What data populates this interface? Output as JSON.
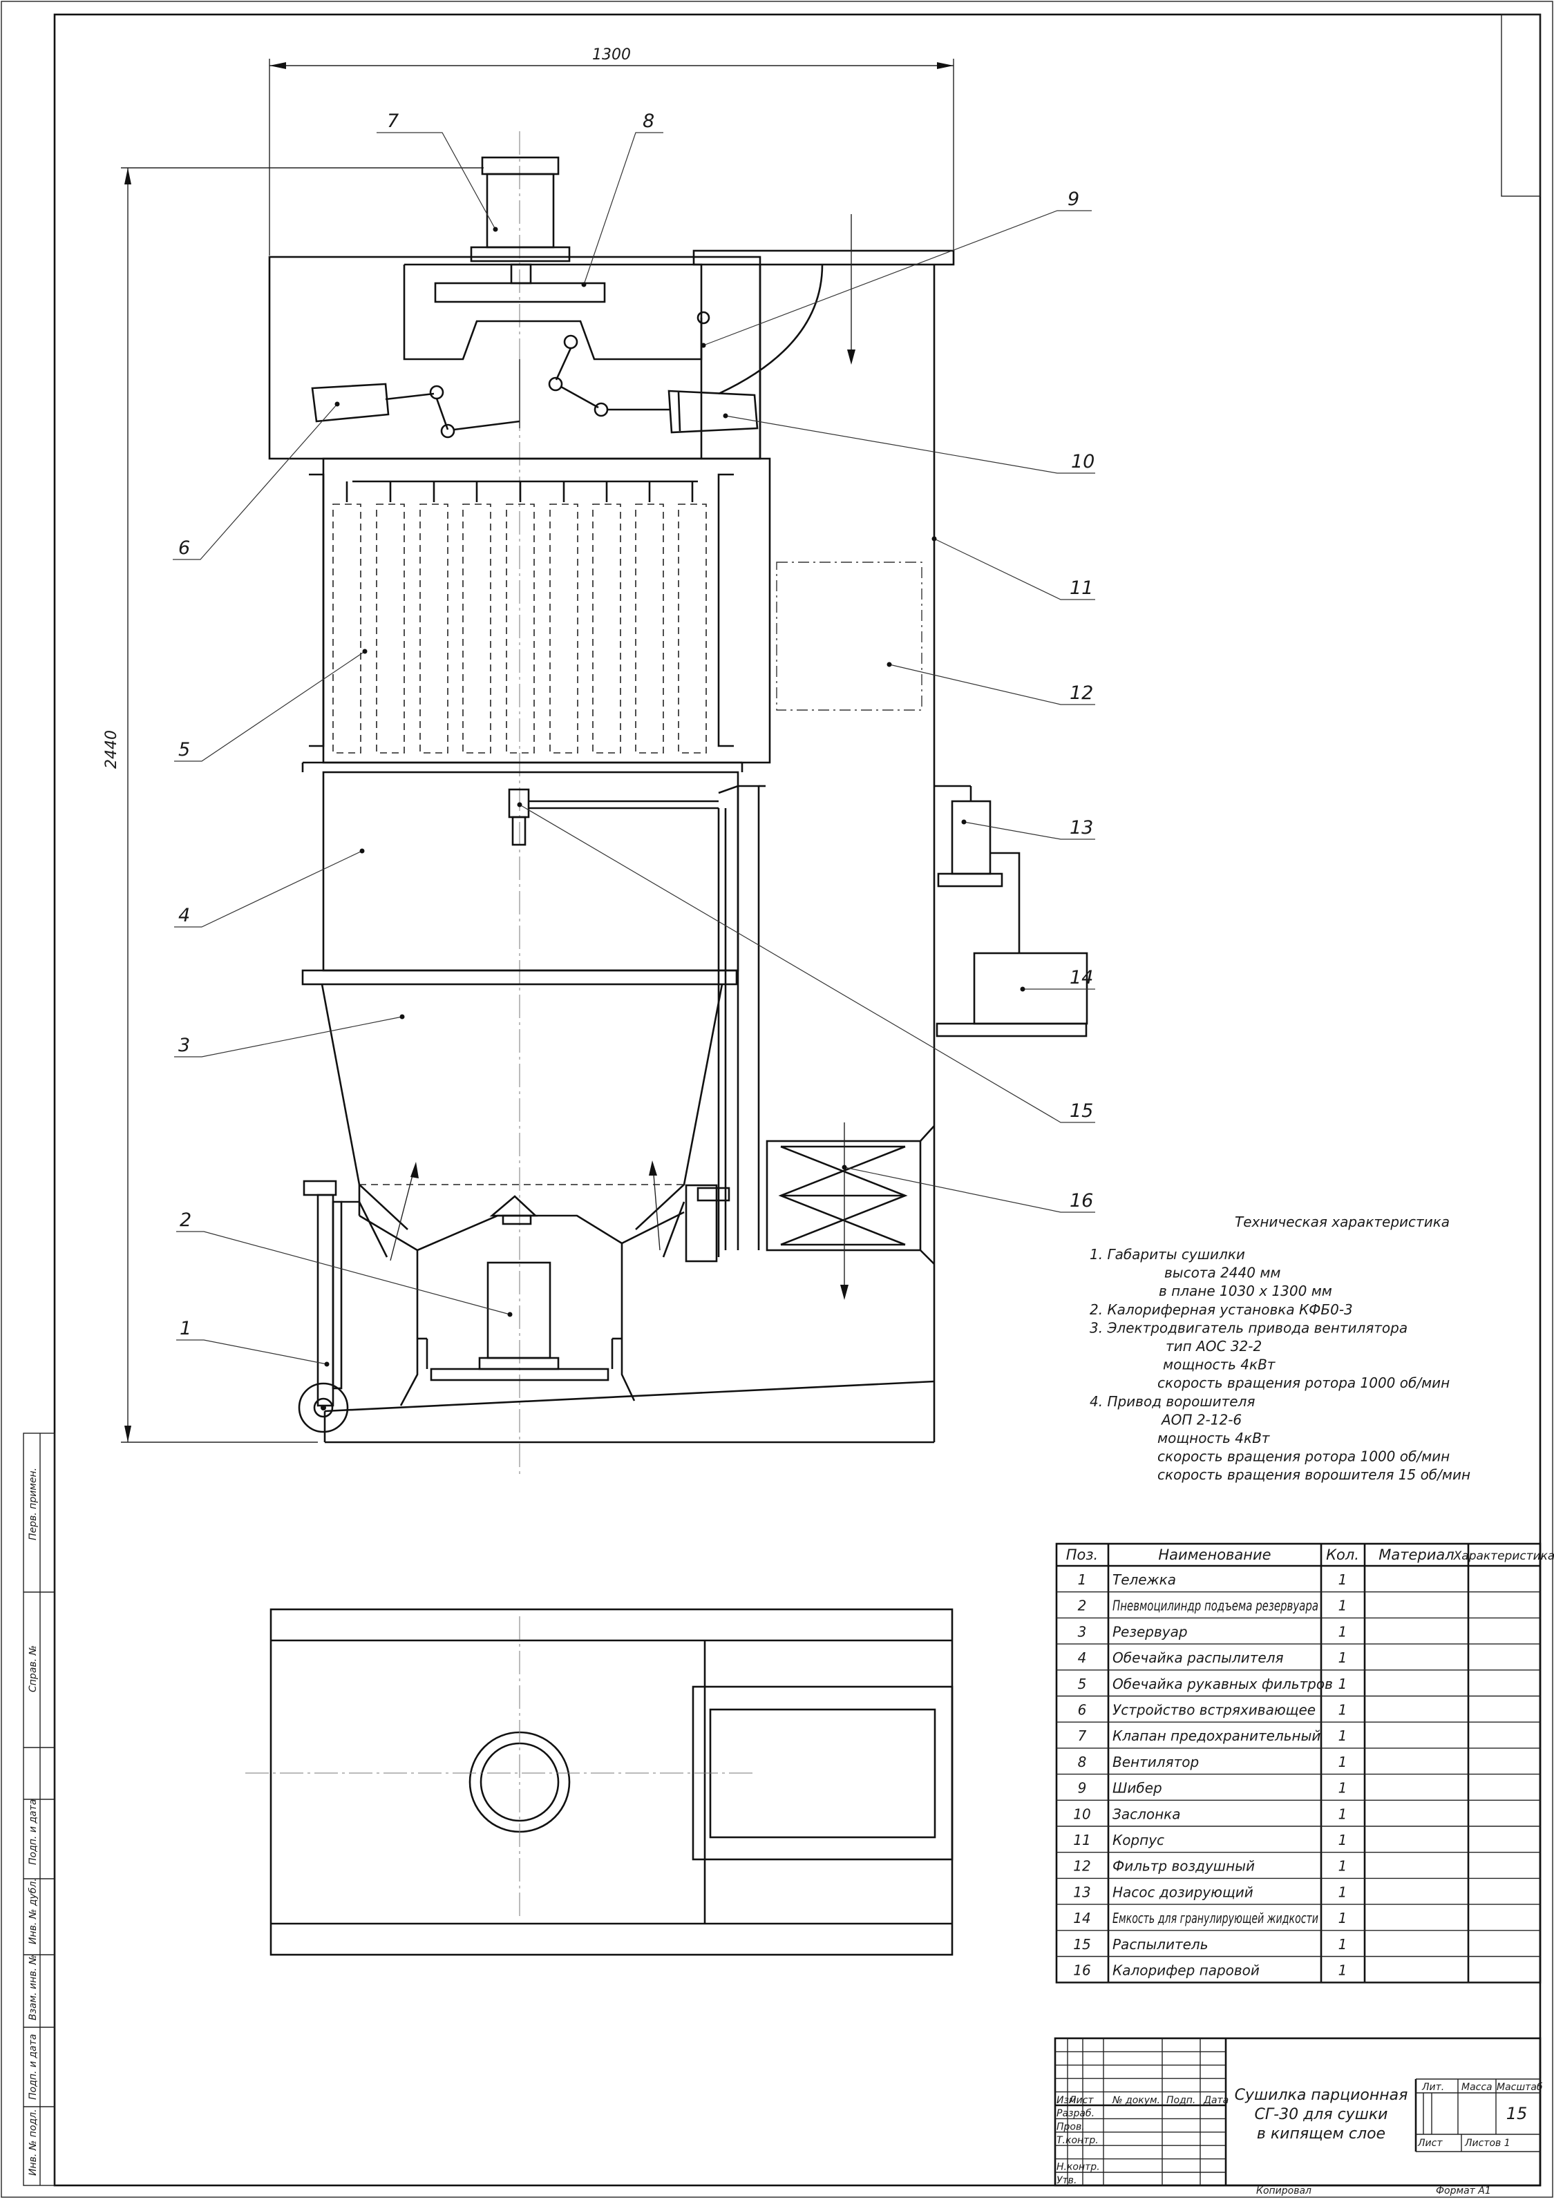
{
  "dimensions": {
    "width_label": "1300",
    "height_label": "2440"
  },
  "positions": [
    "1",
    "2",
    "3",
    "4",
    "5",
    "6",
    "7",
    "8",
    "9",
    "10",
    "11",
    "12",
    "13",
    "14",
    "15",
    "16"
  ],
  "tech": {
    "title": "Техническая характеристика",
    "lines": [
      "1. Габариты сушилки",
      "высота  2440 мм",
      "в плане  1030 х 1300 мм",
      "2. Калориферная установка КФБ0-3",
      "3. Электродвигатель привода вентилятора",
      "тип АОС 32-2",
      "мощность  4кВт",
      "скорость вращения ротора 1000 об/мин",
      "4. Привод ворошителя",
      "АОП 2-12-6",
      "мощность  4кВт",
      "скорость вращения ротора 1000 об/мин",
      "скорость вращения ворошителя 15 об/мин"
    ]
  },
  "spec": {
    "headers": [
      "Поз.",
      "Наименование",
      "Кол.",
      "Материал",
      "Характеристика"
    ],
    "rows": [
      [
        "1",
        "Тележка",
        "1"
      ],
      [
        "2",
        "Пневмоцилиндр подъема резервуара",
        "1"
      ],
      [
        "3",
        "Резервуар",
        "1"
      ],
      [
        "4",
        "Обечайка распылителя",
        "1"
      ],
      [
        "5",
        "Обечайка рукавных фильтров",
        "1"
      ],
      [
        "6",
        "Устройство встряхивающее",
        "1"
      ],
      [
        "7",
        "Клапан предохранительный",
        "1"
      ],
      [
        "8",
        "Вентилятор",
        "1"
      ],
      [
        "9",
        "Шибер",
        "1"
      ],
      [
        "10",
        "Заслонка",
        "1"
      ],
      [
        "11",
        "Корпус",
        "1"
      ],
      [
        "12",
        "Фильтр воздушный",
        "1"
      ],
      [
        "13",
        "Насос дозирующий",
        "1"
      ],
      [
        "14",
        "Емкость для гранулирующей жидкости",
        "1"
      ],
      [
        "15",
        "Распылитель",
        "1"
      ],
      [
        "16",
        "Калорифер паровой",
        "1"
      ]
    ]
  },
  "title_block": {
    "title_lines": [
      "Сушилка парционная",
      "СГ-30 для сушки",
      "в кипящем слое"
    ],
    "col_headers": [
      "Изм",
      "Лист",
      "№ докум.",
      "Подп.",
      "Дата"
    ],
    "roles": [
      "Разраб.",
      "Пров.",
      "Т.контр.",
      "",
      "Н.контр.",
      "Утв."
    ],
    "lit_label": "Лит.",
    "mass_label": "Масса",
    "scale_label": "Масштаб",
    "scale_value": "15",
    "sheet_label": "Лист",
    "sheets_label": "Листов  1",
    "copied_label": "Копировал",
    "format_label": "Формат    А1"
  },
  "side_labels": [
    "Перв. примен.",
    "Справ. №",
    "Подп. и дата",
    "Инв. № дубл.",
    "Взам. инв. №",
    "Подп. и дата",
    "Инв. № подл."
  ]
}
